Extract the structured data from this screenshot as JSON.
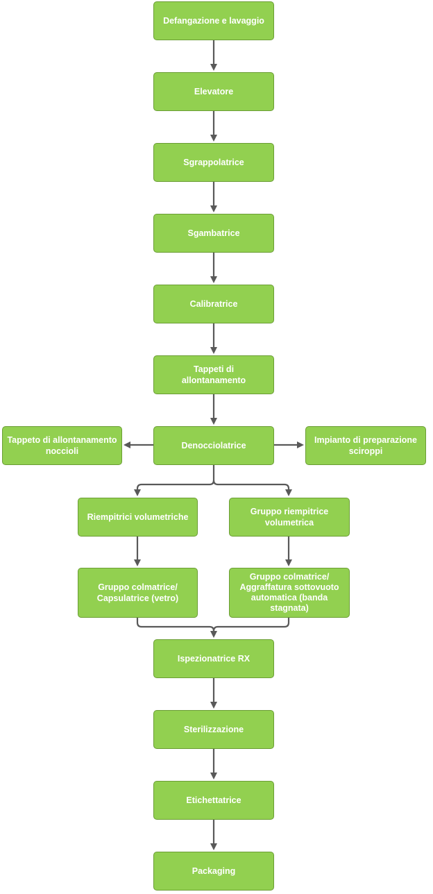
{
  "nodes": {
    "defangazione": "Defangazione e lavaggio",
    "elevatore": "Elevatore",
    "sgrappolatrice": "Sgrappolatrice",
    "sgambatrice": "Sgambatrice",
    "calibratrice": "Calibratrice",
    "tappeti": "Tappeti di allontanamento",
    "denocciolatrice": "Denocciolatrice",
    "tappeto_noccioli": "Tappeto di allontanamento noccioli",
    "impianto_sciroppi": "Impianto di preparazione sciroppi",
    "riempitrici": "Riempitrici volumetriche",
    "gruppo_riempitrice": "Gruppo riempitrice volumetrica",
    "colmatrice_vetro": "Gruppo colmatrice/ Capsulatrice (vetro)",
    "colmatrice_banda": "Gruppo colmatrice/ Aggraffatura sottovuoto automatica (banda stagnata)",
    "ispezionatrice": "Ispezionatrice RX",
    "sterilizzazione": "Sterilizzazione",
    "etichettatrice": "Etichettatrice",
    "packaging": "Packaging"
  },
  "colors": {
    "node_fill": "#92d050",
    "node_border": "#6a9d34",
    "connector": "#595959",
    "text": "#ffffff"
  }
}
